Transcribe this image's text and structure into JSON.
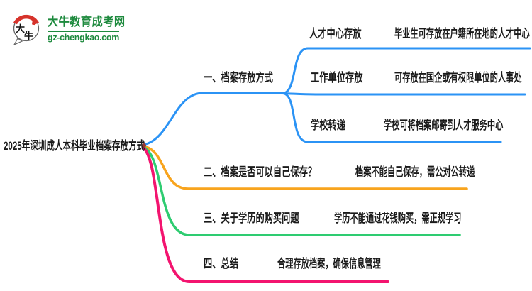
{
  "logo": {
    "icon_char1": "大",
    "icon_char2": "牛",
    "title": "大牛教育成考网",
    "domain": "gz-chengkao.com"
  },
  "root": {
    "title": "2025年深圳成人本科毕业档案存放方式"
  },
  "branches": [
    {
      "label": "一、档案存放方式",
      "children": [
        {
          "label": "人才中心存放",
          "desc": "毕业生可存放在户籍所在地的人才中心"
        },
        {
          "label": "工作单位存放",
          "desc": "可存放在国企或有权限单位的人事处"
        },
        {
          "label": "学校转递",
          "desc": "学校可将档案邮寄到人才服务中心"
        }
      ]
    },
    {
      "label": "二、档案是否可以自己保存？",
      "desc": "档案不能自己保存，需公对公转递"
    },
    {
      "label": "三、关于学历的购买问题",
      "desc": "学历不能通过花钱购买，需正规学习"
    },
    {
      "label": "四、总结",
      "desc": "合理存放档案，确保信息管理"
    }
  ],
  "colors": {
    "branch1_blue": "#2b93f5",
    "branch2_orange": "#f8a41d",
    "branch3_green": "#2ecc71",
    "branch4_pink": "#f3146f",
    "logo_green": "#1e8a3e",
    "logo_red": "#d6332b",
    "text": "#1a1a1a",
    "root_dot": "#96352f"
  }
}
